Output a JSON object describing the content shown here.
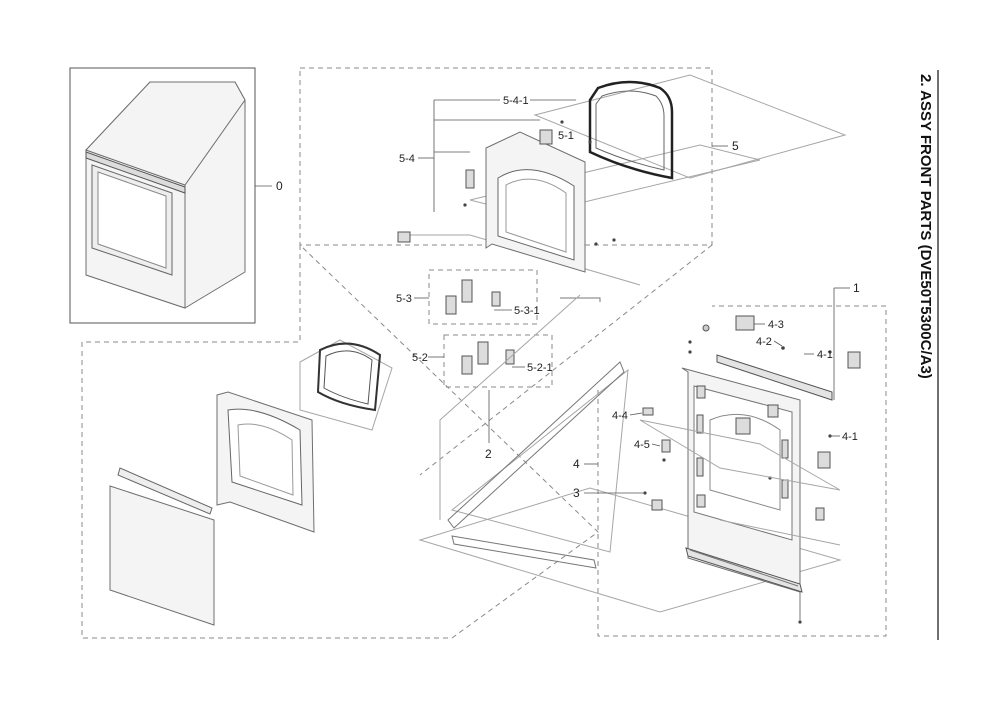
{
  "title": "2. ASSY FRONT PARTS (DVE50T5300C/A3)",
  "labels": {
    "l0": "0",
    "l1": "1",
    "l2": "2",
    "l3": "3",
    "l4": "4",
    "l4_1a": "4-1",
    "l4_1b": "4-1",
    "l4_2": "4-2",
    "l4_3": "4-3",
    "l4_4": "4-4",
    "l4_5": "4-5",
    "l5": "5",
    "l5_1": "5-1",
    "l5_2": "5-2",
    "l5_2_1": "5-2-1",
    "l5_3": "5-3",
    "l5_3_1": "5-3-1",
    "l5_4": "5-4",
    "l5_4_1": "5-4-1"
  },
  "icons": {
    "dryer": "dryer-icon",
    "door_gasket": "door-gasket-icon",
    "door_frame": "door-frame-icon",
    "door_panel": "door-panel-icon",
    "front_panel": "front-panel-icon",
    "hinge": "hinge-icon",
    "screw": "screw-icon"
  }
}
